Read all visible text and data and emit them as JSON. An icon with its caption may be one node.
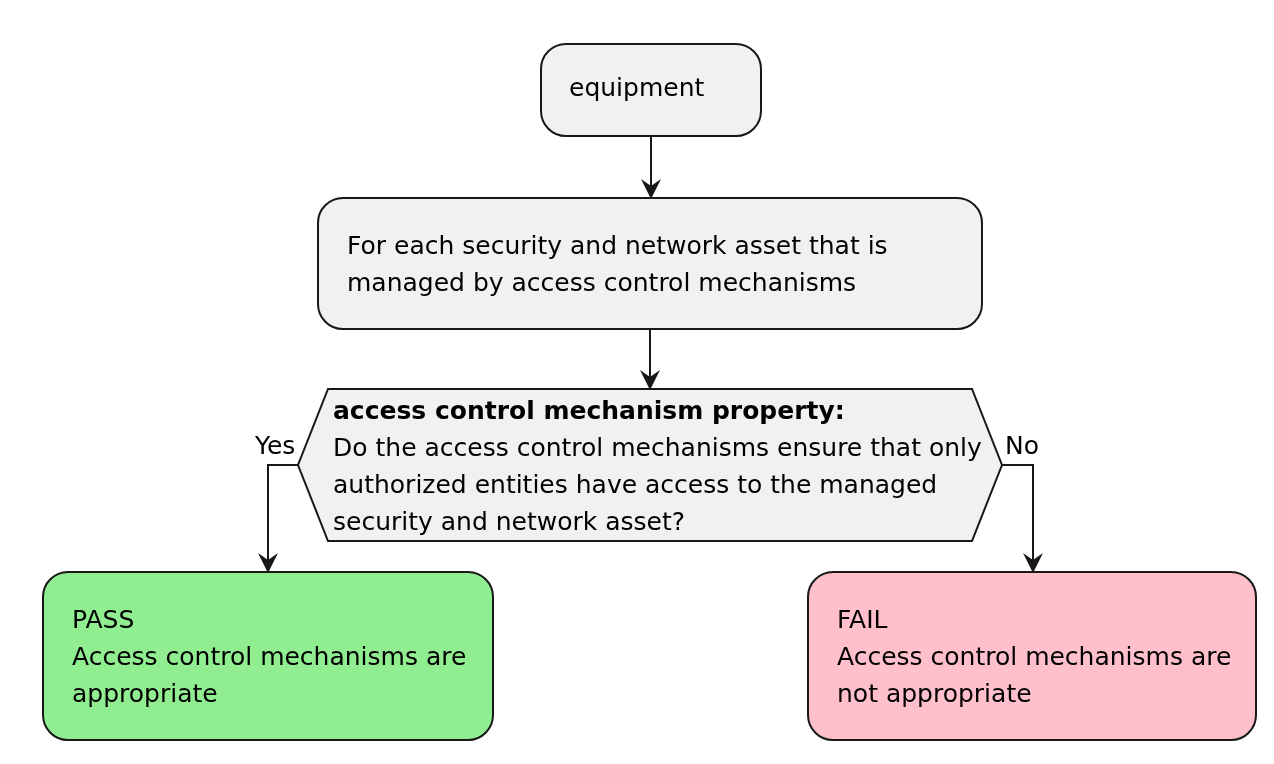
{
  "diagram": {
    "nodes": [
      {
        "text": [
          "equipment"
        ]
      },
      {
        "text": [
          "For each security and network asset that is managed by access control mechanisms"
        ]
      },
      {
        "text": [
          "access control mechanism property:",
          "Do the access control mechanisms ensure that only authorized entities have access to the managed security and network asset?"
        ]
      },
      {
        "text": [
          "PASS",
          "Access control mechanisms are appropriate"
        ]
      },
      {
        "text": [
          "FAIL",
          "Access control mechanisms are not appropriate"
        ]
      }
    ],
    "edges": [
      {
        "from": 0,
        "to": 1,
        "arrow": "to"
      },
      {
        "from": 1,
        "to": 2,
        "arrow": "to"
      },
      {
        "from": 2,
        "to": 3,
        "arrow": "to",
        "label": "Yes"
      },
      {
        "from": 2,
        "to": 4,
        "arrow": "to",
        "label": "No"
      }
    ]
  }
}
